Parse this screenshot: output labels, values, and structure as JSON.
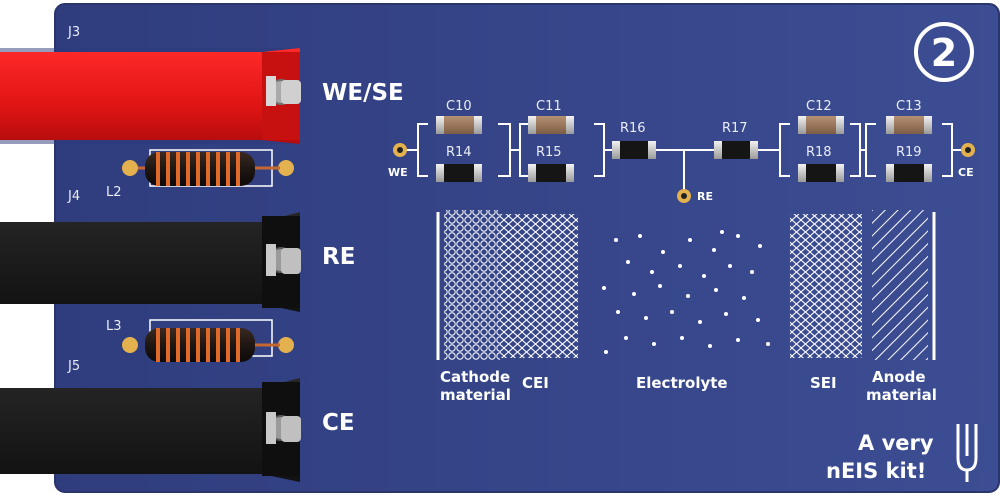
{
  "board": {
    "board_number": "2",
    "pcb_color": "#3a4a8f",
    "silkscreen_color": "#ffffff"
  },
  "connectors": [
    {
      "ref": "J3",
      "label": "WE/SE",
      "color": "#e41b1b"
    },
    {
      "ref": "J4",
      "label": "RE",
      "color": "#1c1c1c"
    },
    {
      "ref": "J5",
      "label": "CE",
      "color": "#1c1c1c"
    }
  ],
  "inductors": [
    {
      "ref": "L2"
    },
    {
      "ref": "L3"
    }
  ],
  "circuit": {
    "capacitors": [
      "C10",
      "C11",
      "C12",
      "C13"
    ],
    "resistors_parallel": [
      "R14",
      "R15",
      "R18",
      "R19"
    ],
    "resistors_series": [
      "R16",
      "R17"
    ],
    "terminals": {
      "we": "WE",
      "re": "RE",
      "ce": "CE"
    }
  },
  "layers": {
    "cathode": "Cathode\nmaterial",
    "cei": "CEI",
    "electrolyte": "Electrolyte",
    "sei": "SEI",
    "anode": "Anode\nmaterial"
  },
  "tagline": {
    "line1": "A very",
    "line2": "nEIS kit!"
  },
  "icons": [
    "fork-logo-icon"
  ]
}
